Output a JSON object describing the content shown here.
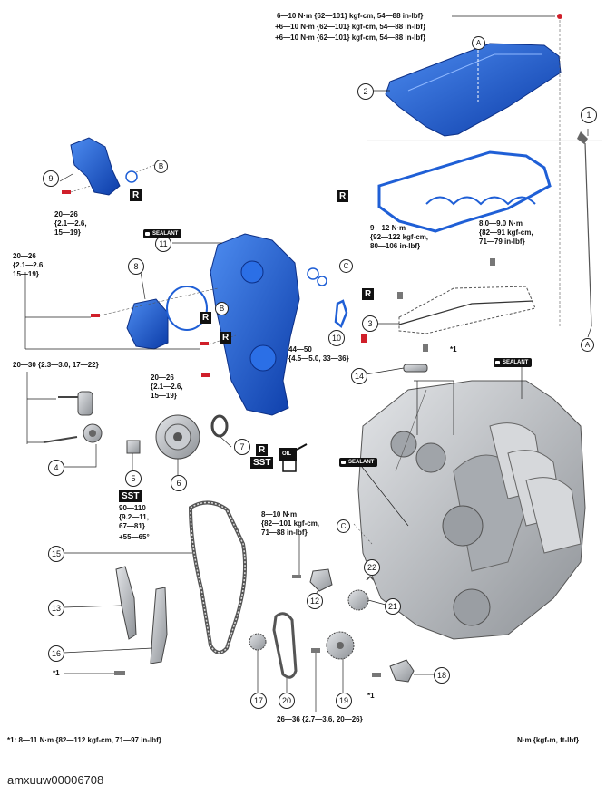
{
  "callouts": {
    "c1": "1",
    "c2": "2",
    "c3": "3",
    "c4": "4",
    "c5": "5",
    "c6": "6",
    "c7": "7",
    "c8": "8",
    "c9": "9",
    "c10": "10",
    "c11": "11",
    "c12": "12",
    "c13": "13",
    "c14": "14",
    "c15": "15",
    "c16": "16",
    "c17": "17",
    "c18": "18",
    "c19": "19",
    "c20": "20",
    "c21": "21",
    "c22": "22"
  },
  "letters": {
    "a": "A",
    "b": "B",
    "c": "C"
  },
  "torque": {
    "head_cover_1": "6—10 N·m {62—101} kgf-cm, 54—88 in-lbf}",
    "head_cover_2": "+6—10 N·m {62—101} kgf-cm, 54—88 in-lbf}",
    "head_cover_3": "+6—10 N·m {62—101} kgf-cm, 54—88 in-lbf}",
    "bracket_9": [
      "20—26",
      "{2.1—2.6,",
      "15—19}"
    ],
    "cover_left": [
      "20—26",
      "{2.1—2.6,",
      "15—19}"
    ],
    "tensioner_4": "20—30 {2.3—3.0, 17—22}",
    "cover_mid": [
      "20—26",
      "{2.1—2.6,",
      "15—19}"
    ],
    "cover_10": [
      "44—50",
      "{4.5—5.0, 33—36}"
    ],
    "harness_left": [
      "9—12 N·m",
      "{92—122 kgf-cm,",
      "80—106 in-lbf}"
    ],
    "harness_right": [
      "8.0—9.0 N·m",
      "{82—91 kgf-cm,",
      "71—79 in-lbf}"
    ],
    "star1_14": "*1",
    "pulley_5": [
      "90—110",
      "{9.2—11,",
      "67—81}",
      "+55—65°"
    ],
    "idler_12": [
      "8—10 N·m",
      "{82—101 kgf-cm,",
      "71—88 in-lbf}"
    ],
    "star1_16": "*1",
    "star1_18": "*1",
    "sprocket_19": "26—36 {2.7—3.6, 20—26}"
  },
  "badges": {
    "r": "R",
    "sst": "SST",
    "sealant": "SEALANT",
    "oil": "OIL"
  },
  "footnote": "*1: 8—11 N·m {82—112 kgf-cm, 71—97 in-lbf}",
  "units": "N·m {kgf-m, ft-lbf}",
  "figure_id": "amxuuw00006708",
  "colors": {
    "part_blue": "#1f5fd6",
    "part_blue_dark": "#0c2f86",
    "engine_gray": "#b9bcc1"
  }
}
